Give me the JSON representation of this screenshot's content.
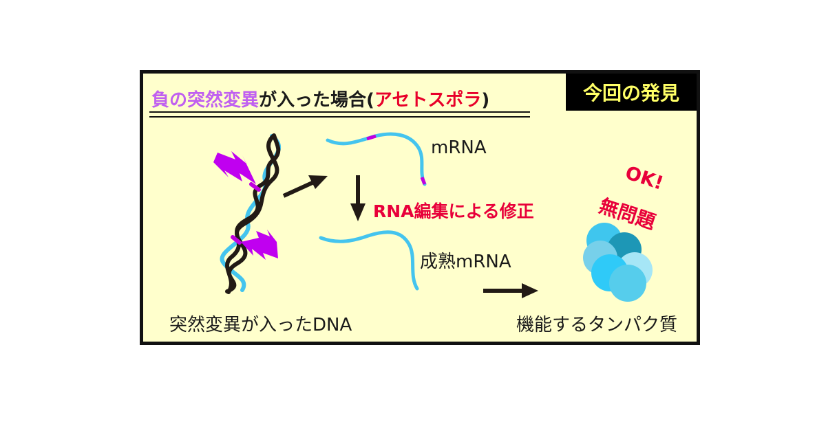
{
  "badge": "今回の発見",
  "title": {
    "part1": "負の突然変異",
    "part2": "が入った場合(",
    "part3": "アセトスポラ",
    "part4": ")"
  },
  "labels": {
    "mrna": "mRNA",
    "rna_editing": "RNA編集による修正",
    "mature_mrna": "成熟mRNA",
    "dna": "突然変異が入ったDNA",
    "protein": "機能するタンパク質"
  },
  "ok_line1": "OK!",
  "ok_line2": "無問題",
  "colors": {
    "panel_bg": "#ffffcc",
    "mutation": "#c060f0",
    "rna": "#44c4ee",
    "accent_red": "#e8003a",
    "badge_text": "#ffff66"
  }
}
